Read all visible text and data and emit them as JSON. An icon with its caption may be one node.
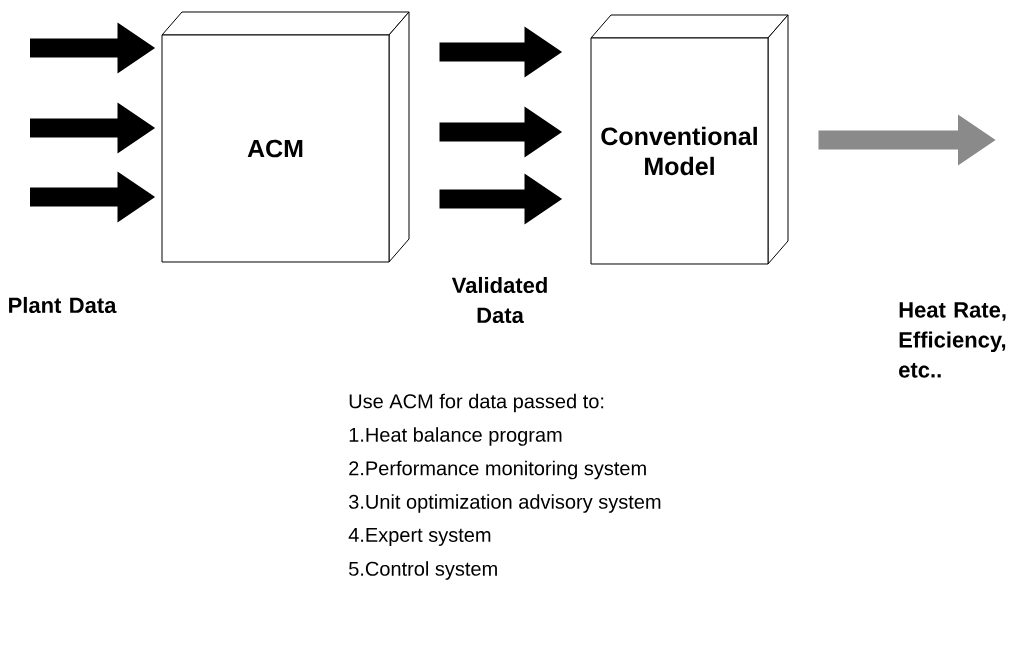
{
  "diagram": {
    "nodes": [
      {
        "text": [
          "ACM"
        ]
      },
      {
        "text": [
          "Conventional Model"
        ]
      }
    ],
    "edges": [
      {
        "from": null,
        "to": 0,
        "arrow": "to"
      },
      {
        "from": null,
        "to": 0,
        "arrow": "to"
      },
      {
        "from": null,
        "to": 0,
        "arrow": "to"
      },
      {
        "from": 0,
        "to": 1,
        "arrow": "to"
      },
      {
        "from": 0,
        "to": 1,
        "arrow": "to"
      },
      {
        "from": 0,
        "to": 1,
        "arrow": "to"
      },
      {
        "from": 1,
        "to": null,
        "arrow": "to",
        "color": "#8a8a8a"
      }
    ],
    "labels": [
      "Plant Data",
      "Validated Data",
      "Heat Rate, Efficiency, etc..",
      "Use ACM for data passed to:",
      "1.Heat balance program",
      "2.Performance monitoring system",
      "3.Unit optimization advisory system",
      "4.Expert system",
      "5.Control system"
    ]
  }
}
